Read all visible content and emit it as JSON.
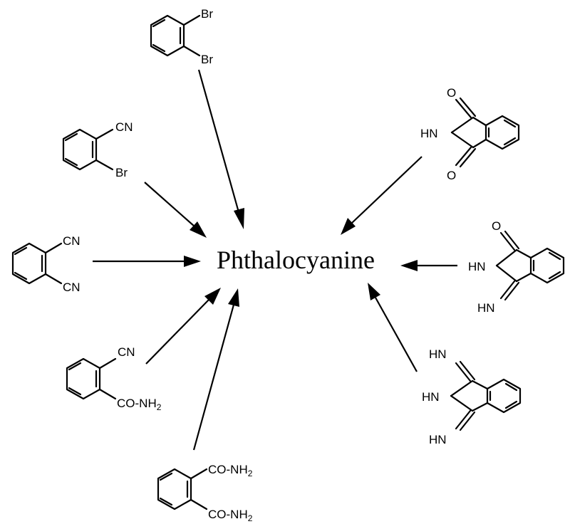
{
  "center": {
    "label": "Phthalocyanine"
  },
  "labels": {
    "br": "Br",
    "cn": "CN",
    "co": "CO-NH",
    "sub2": "2",
    "hn": "HN",
    "o": "O"
  }
}
